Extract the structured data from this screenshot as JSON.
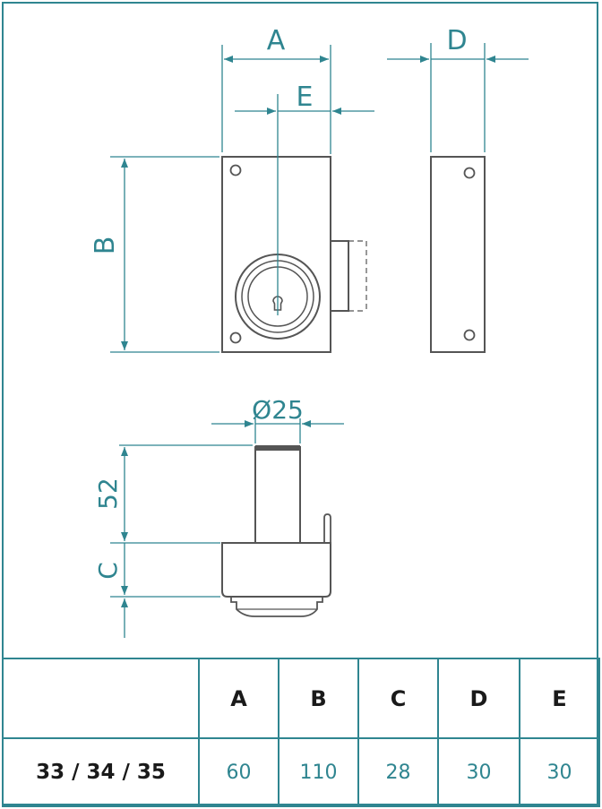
{
  "dimensions": {
    "a": "A",
    "b": "B",
    "c": "C",
    "d": "D",
    "e": "E",
    "diameter": "Ø25",
    "length": "52"
  },
  "table": {
    "corner": "",
    "headers": [
      "A",
      "B",
      "C",
      "D",
      "E"
    ],
    "model": "33 / 34 / 35",
    "values": [
      "60",
      "110",
      "28",
      "30",
      "30"
    ]
  },
  "colors": {
    "accent": "#2f8590",
    "line": "#555555",
    "text": "#1a1a1a"
  }
}
